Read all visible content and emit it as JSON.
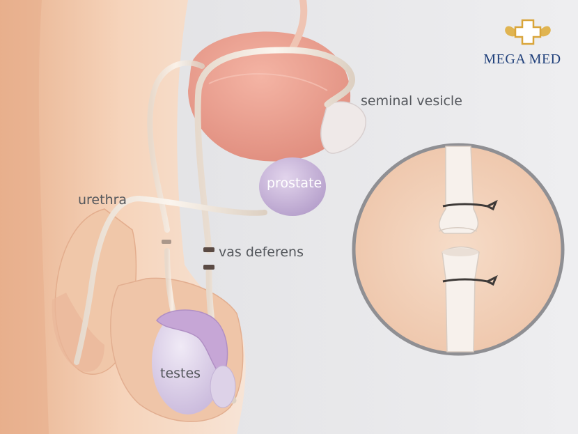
{
  "brand": {
    "name": "MEGA MED",
    "color": "#1f3f7a",
    "accent": "#d9a53a",
    "icon": "cross-wings-icon"
  },
  "labels": {
    "seminal_vesicle": "seminal vesicle",
    "prostate": "prostate",
    "urethra": "urethra",
    "vas_deferens": "vas deferens",
    "testes": "testes"
  },
  "colors": {
    "skin": "#f1c9a8",
    "bladder": "#ec9e8e",
    "prostate": "#c9b3d8",
    "testis": "#d8cde8",
    "duct": "#efe2d4",
    "background": "#e4e4e6"
  }
}
